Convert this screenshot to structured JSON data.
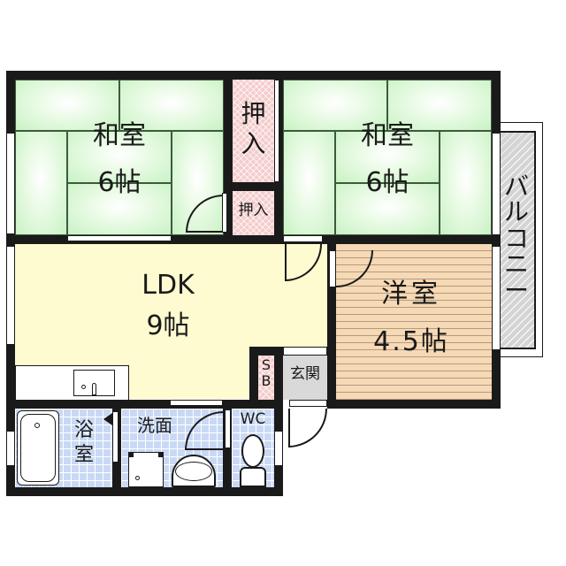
{
  "floorplan": {
    "rooms": {
      "washitsu_left": {
        "name": "和室",
        "size": "6帖"
      },
      "washitsu_right": {
        "name": "和室",
        "size": "6帖"
      },
      "oshiire_top": {
        "name": "押\n入"
      },
      "oshiire_small": {
        "name": "押入"
      },
      "ldk": {
        "name": "LDK",
        "size": "9帖"
      },
      "youshitsu": {
        "name": "洋室",
        "size": "4.5帖"
      },
      "balcony": {
        "name": "バ\nル\nコ\nニ\nー"
      },
      "shoe_box": {
        "name": "S\nB"
      },
      "genkan": {
        "name": "玄関"
      },
      "bath": {
        "name": "浴\n室"
      },
      "washroom": {
        "name": "洗面"
      },
      "wc": {
        "name": "WC"
      }
    },
    "colors": {
      "wall": "#1a1a1a",
      "tatami": "#c9f2c4",
      "ldk": "#fffbd0",
      "wood_floor": "#f6d9b5",
      "closet": "#f4cccc",
      "tile": "#c9d9f5",
      "genkan": "#d9d9d9",
      "balcony": "#d4d4d4"
    }
  }
}
